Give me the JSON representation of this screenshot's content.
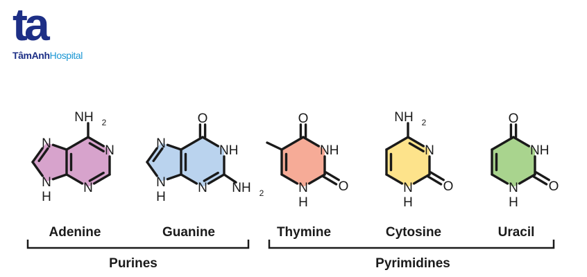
{
  "logo": {
    "mark": "ta",
    "brand": "TâmAnh",
    "hospital": "Hospital"
  },
  "atom_labels": {
    "n": "N",
    "h": "H",
    "o": "O",
    "nh": "NH",
    "sub": "2"
  },
  "molecules": [
    {
      "name": "Adenine",
      "color": "#d7a3cc"
    },
    {
      "name": "Guanine",
      "color": "#bad3ee"
    },
    {
      "name": "Thymine",
      "color": "#f6ab97"
    },
    {
      "name": "Cytosine",
      "color": "#fde38b"
    },
    {
      "name": "Uracil",
      "color": "#a9d48e"
    }
  ],
  "groups": {
    "purines": "Purines",
    "pyrimidines": "Pyrimidines"
  }
}
